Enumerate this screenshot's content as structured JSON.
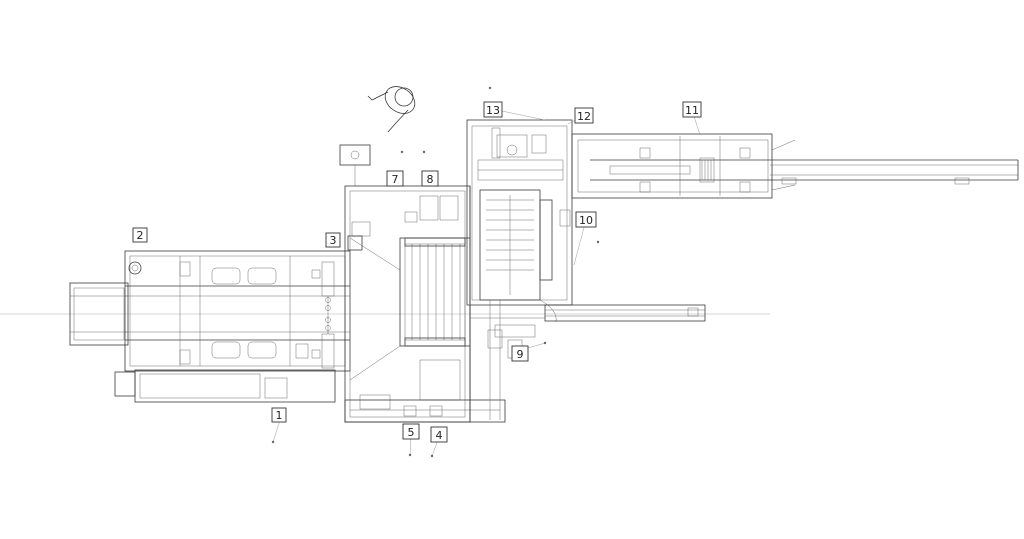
{
  "callouts": [
    {
      "id": "c1",
      "label": "1"
    },
    {
      "id": "c2",
      "label": "2"
    },
    {
      "id": "c3",
      "label": "3"
    },
    {
      "id": "c4",
      "label": "4"
    },
    {
      "id": "c5",
      "label": "5"
    },
    {
      "id": "c7",
      "label": "7"
    },
    {
      "id": "c8",
      "label": "8"
    },
    {
      "id": "c9",
      "label": "9"
    },
    {
      "id": "c10",
      "label": "10"
    },
    {
      "id": "c11",
      "label": "11"
    },
    {
      "id": "c12",
      "label": "12"
    },
    {
      "id": "c13",
      "label": "13"
    }
  ],
  "colors": {
    "line": "#3a3a3a",
    "background": "#ffffff"
  }
}
